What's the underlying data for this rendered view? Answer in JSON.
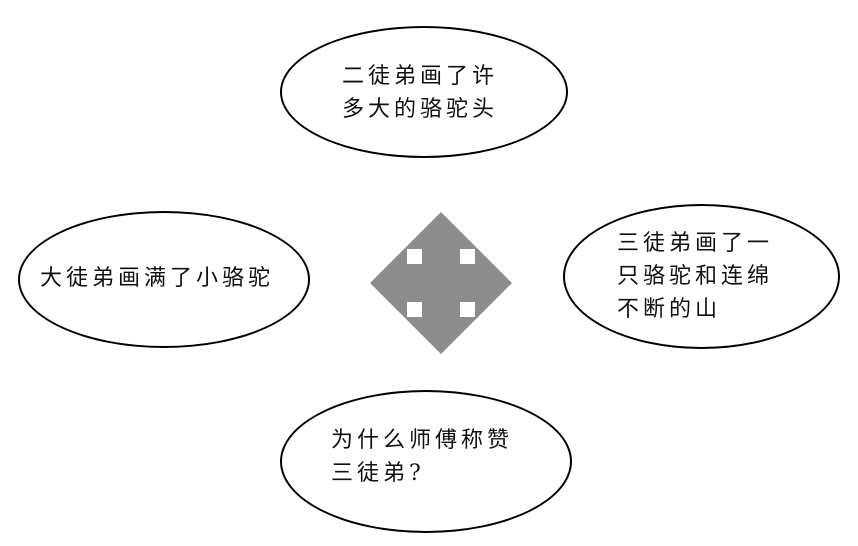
{
  "nodes": {
    "top": {
      "line1": "二徒弟画了许",
      "line2": "多大的骆驼头"
    },
    "left": {
      "line1": "大徒弟画满了小骆驼"
    },
    "right": {
      "line1": "三徒弟画了一",
      "line2": "只骆驼和连绵",
      "line3": "不断的山"
    },
    "bottom": {
      "line1": "为什么师傅称赞",
      "line2": "三徒弟?"
    }
  },
  "colors": {
    "arrow": "#8c8c8c",
    "outline": "#000000",
    "text": "#111111"
  },
  "icons": {
    "center": "four-way-arrow-icon"
  }
}
